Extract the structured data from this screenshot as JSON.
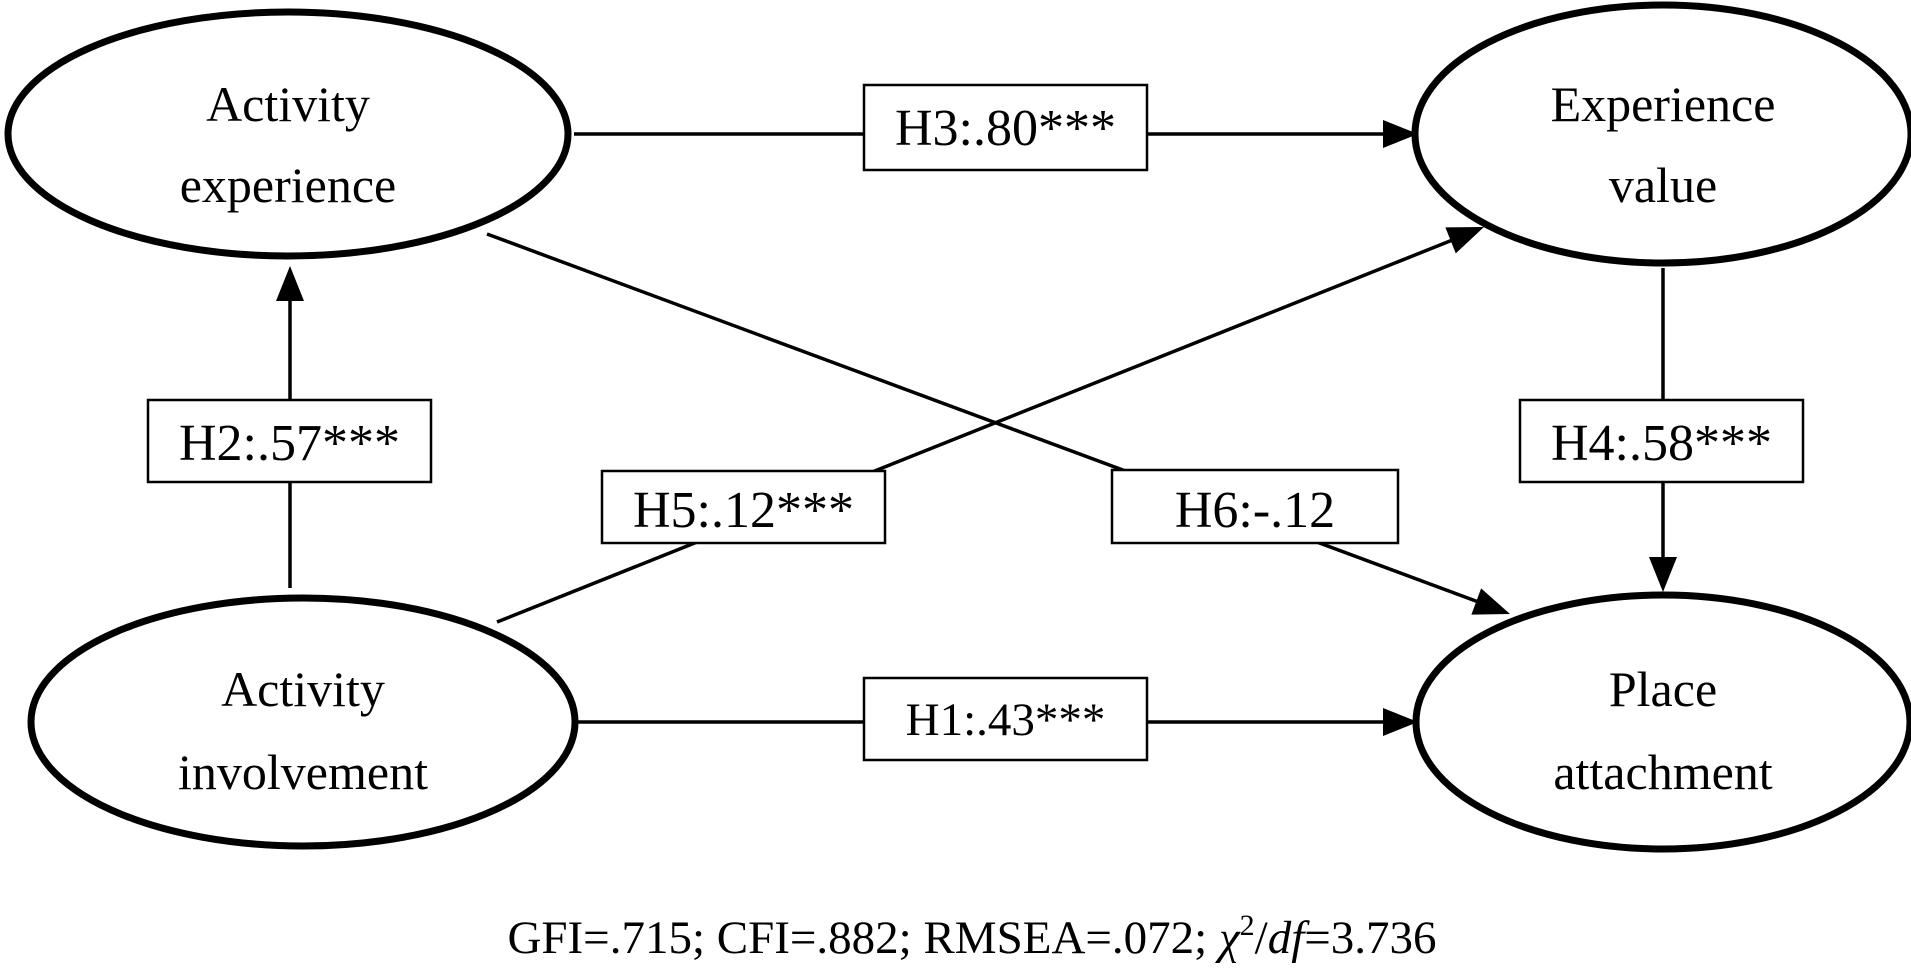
{
  "nodes": {
    "activity_experience": {
      "line1": "Activity",
      "line2": "experience"
    },
    "experience_value": {
      "line1": "Experience",
      "line2": "value"
    },
    "activity_involvement": {
      "line1": "Activity",
      "line2": "involvement"
    },
    "place_attachment": {
      "line1": "Place",
      "line2": "attachment"
    }
  },
  "paths": {
    "h1": "H1:.43***",
    "h2": "H2:.57***",
    "h3": "H3:.80***",
    "h4": "H4:.58***",
    "h5": "H5:.12***",
    "h6": "H6:-.12"
  },
  "fit": {
    "part1": "GFI=.715; CFI=.882; RMSEA=.072; ",
    "chi": "χ",
    "sup": "2",
    "slash": "/",
    "df": "df",
    "value": "=3.736"
  }
}
